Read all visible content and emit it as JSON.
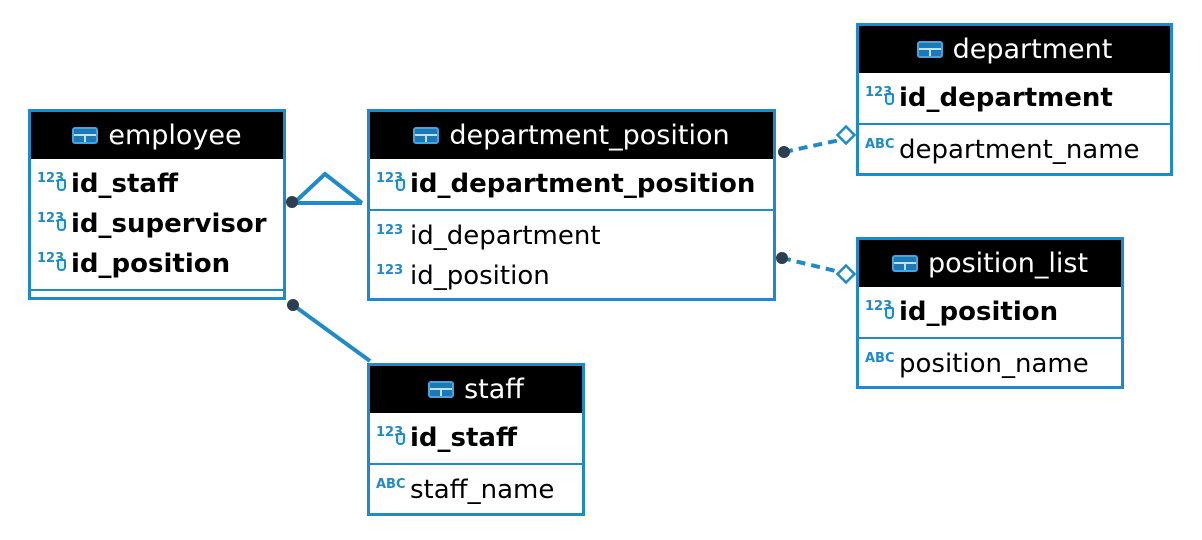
{
  "colors": {
    "accent": "#1f8ac9",
    "header_bg": "#000000",
    "header_text": "#ffffff"
  },
  "icons": {
    "table": "table-icon",
    "numeric_type": "numeric-type-icon",
    "key": "key-icon",
    "text_type": "text-type-icon"
  },
  "type_labels": {
    "numeric": "123",
    "text": "ABC"
  },
  "entities": {
    "employee": {
      "name": "employee",
      "pk": [
        "id_staff",
        "id_supervisor",
        "id_position"
      ]
    },
    "department_position": {
      "name": "department_position",
      "pk": [
        "id_department_position"
      ],
      "attrs": [
        "id_department",
        "id_position"
      ]
    },
    "department": {
      "name": "department",
      "pk": [
        "id_department"
      ],
      "attrs": [
        "department_name"
      ]
    },
    "position_list": {
      "name": "position_list",
      "pk": [
        "id_position"
      ],
      "attrs": [
        "position_name"
      ]
    },
    "staff": {
      "name": "staff",
      "pk": [
        "id_staff"
      ],
      "attrs": [
        "staff_name"
      ]
    }
  }
}
